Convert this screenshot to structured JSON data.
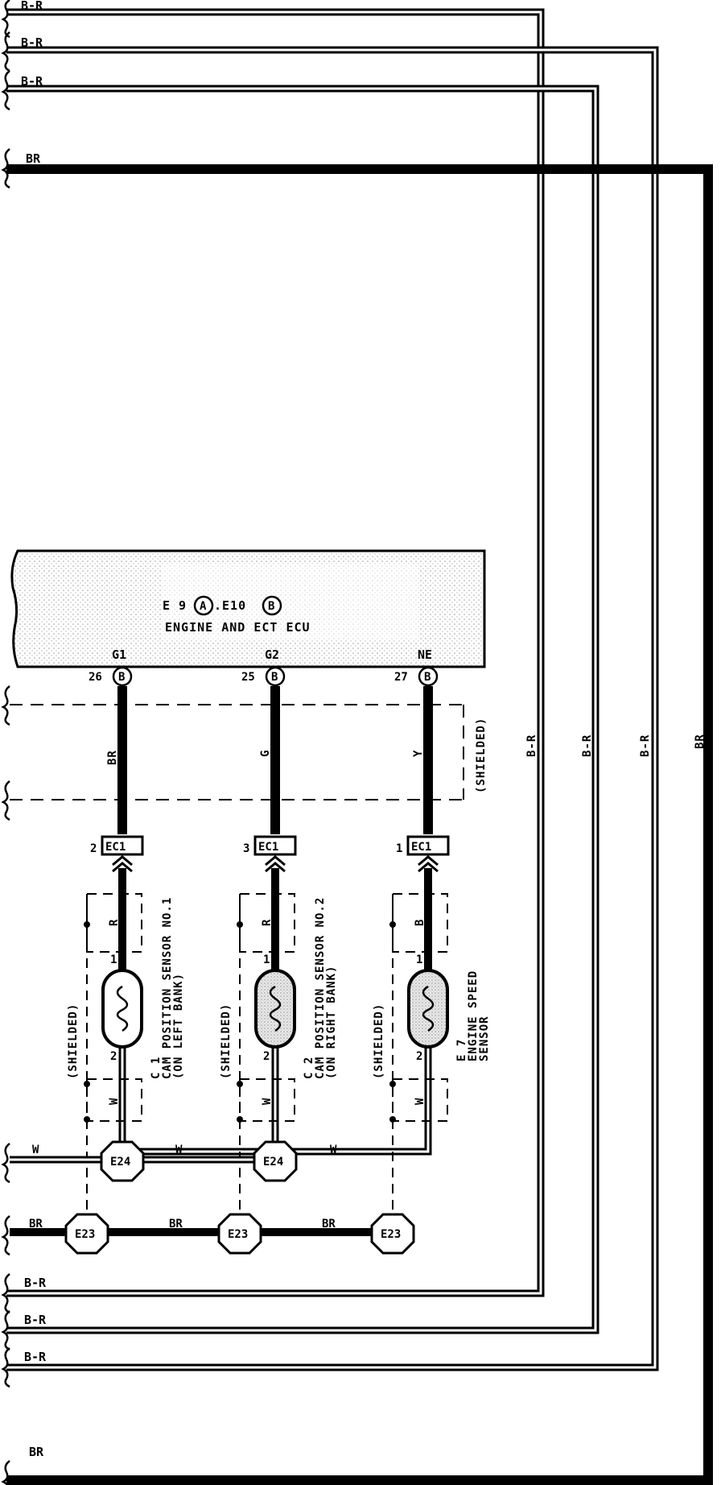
{
  "ecu": {
    "code_a": "E 9",
    "code_b": ".E10",
    "badge_a": "A",
    "badge_b": "B",
    "name": "ENGINE AND ECT ECU"
  },
  "terminals": [
    {
      "signal": "G1",
      "pin": "26",
      "badge": "B",
      "wire": "BR"
    },
    {
      "signal": "G2",
      "pin": "25",
      "badge": "B",
      "wire": "G"
    },
    {
      "signal": "NE",
      "pin": "27",
      "badge": "B",
      "wire": "Y"
    }
  ],
  "connectors": [
    {
      "pin": "2",
      "code": "EC1"
    },
    {
      "pin": "3",
      "code": "EC1"
    },
    {
      "pin": "1",
      "code": "EC1"
    }
  ],
  "sensors": [
    {
      "code": "C 1",
      "lines": [
        "CAM POSITION SENSOR NO.1",
        "(ON LEFT BANK)"
      ],
      "pin1": "1",
      "pin2": "2",
      "upper_wire": "R",
      "lower_wire": "W"
    },
    {
      "code": "C 2",
      "lines": [
        "CAM POSITION SENSOR NO.2",
        "(ON RIGHT BANK)"
      ],
      "pin1": "1",
      "pin2": "2",
      "upper_wire": "R",
      "lower_wire": "W"
    },
    {
      "code": "E 7",
      "lines": [
        "ENGINE SPEED",
        "SENSOR"
      ],
      "pin1": "1",
      "pin2": "2",
      "upper_wire": "B",
      "lower_wire": "W"
    }
  ],
  "shielded_label": "(SHIELDED)",
  "ground_e24": {
    "code": "E24",
    "wire": "W"
  },
  "ground_e23": {
    "code": "E23",
    "wire": "BR"
  },
  "top_wires": [
    "B-R",
    "B-R",
    "B-R",
    "BR"
  ],
  "bottom_wires": [
    "B-R",
    "B-R",
    "B-R",
    "BR"
  ],
  "right_wires": [
    "B-R",
    "B-R",
    "B-R",
    "BR"
  ]
}
